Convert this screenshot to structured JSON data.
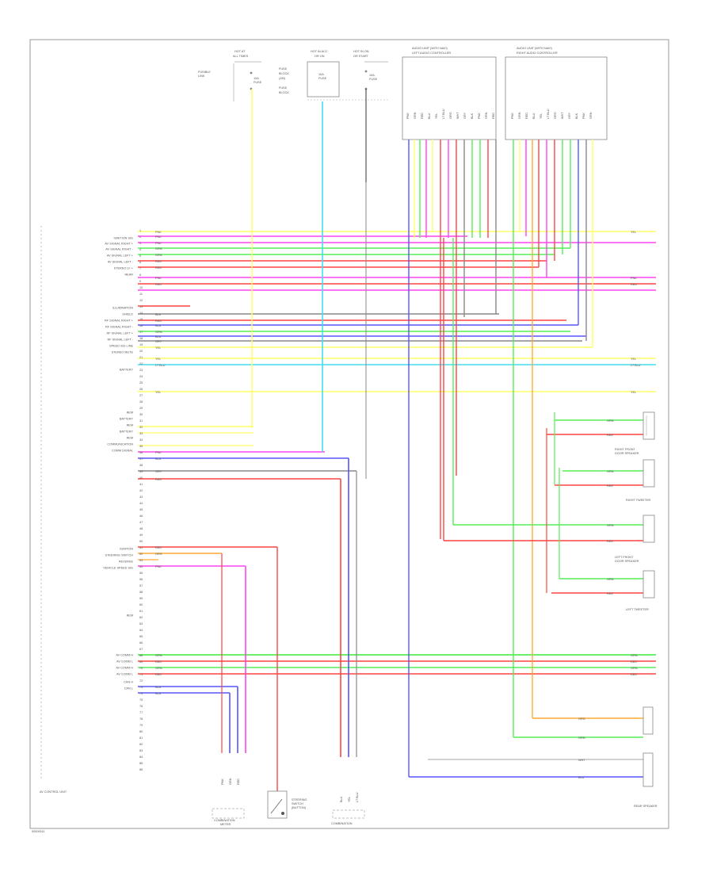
{
  "diagram": {
    "page_code": "00000011",
    "main_unit_label": "AV CONTROL UNIT",
    "bottom_components": {
      "steering_switch": "STEERING\nSWITCH",
      "combination_switch": "COMBINATION\nSWITCH",
      "rear_speaker": "REAR SPEAKER"
    },
    "speaker_labels": {
      "right_front_door": "RIGHT FRONT\nDOOR SPEAKER",
      "right_tweeter": "RIGHT TWEETER",
      "left_front_door": "LEFT FRONT\nDOOR SPEAKER",
      "left_tweeter": "LEFT TWEETER"
    },
    "top_components": [
      {
        "title": "HOT AT\nALL TIMES",
        "text": "10A\nFUSE"
      },
      {
        "title": "HOT IN ACC\nOR ON",
        "text": "10A\nFUSE"
      },
      {
        "title": "HOT IN ON\nOR START",
        "text": "10A\nFUSE"
      },
      {
        "title": "AUDIO UNIT (WITH NAVI)\nLEFT AUDIO CONTROLLER",
        "text": ""
      },
      {
        "title": "AUDIO UNIT (WITH NAVI)\nRIGHT AUDIO CONTROLLER",
        "text": ""
      }
    ],
    "pin_labels": [
      "IGNITION SIG",
      "AV SIGNAL RIGHT +",
      "AV SIGNAL RIGHT -",
      "AV SIGNAL LEFT +",
      "AV SIGNAL LEFT -",
      "STEREO LF +",
      "REAR",
      "ILLUMINATION",
      "SHIELD",
      "RF SIGNAL RIGHT +",
      "RF SIGNAL RIGHT -",
      "RF SIGNAL LEFT +",
      "RF SIGNAL LEFT -",
      "SPEED SIG LINE",
      "STEREO MUTE",
      "BATTERY",
      "REM",
      "BATTERY",
      "REM",
      "BATTERY",
      "REM",
      "COMMUNICATION",
      "COMM SIGNAL",
      "IGNITION",
      "STEERING SWITCH",
      "REVERSE",
      "VEHICLE SPEED SIG",
      "REM",
      "AV COMM H",
      "AV COMM L",
      "AV COMM H",
      "AV COMM L",
      "CAN H",
      "CAN L"
    ],
    "wire_colors": [
      "PNK",
      "GRN",
      "RED",
      "BLU",
      "YEL",
      "LT BLU",
      "ORG",
      "WHT",
      "GRY",
      "BLK"
    ],
    "colors": {
      "pink": "#ff44ee",
      "green": "#55ee55",
      "red": "#ff4444",
      "blue": "#5555ff",
      "yellow": "#ffff66",
      "cyan": "#44ddee",
      "orange": "#ffaa33",
      "gray": "#888888",
      "black": "#333333",
      "line": "#999999"
    }
  }
}
